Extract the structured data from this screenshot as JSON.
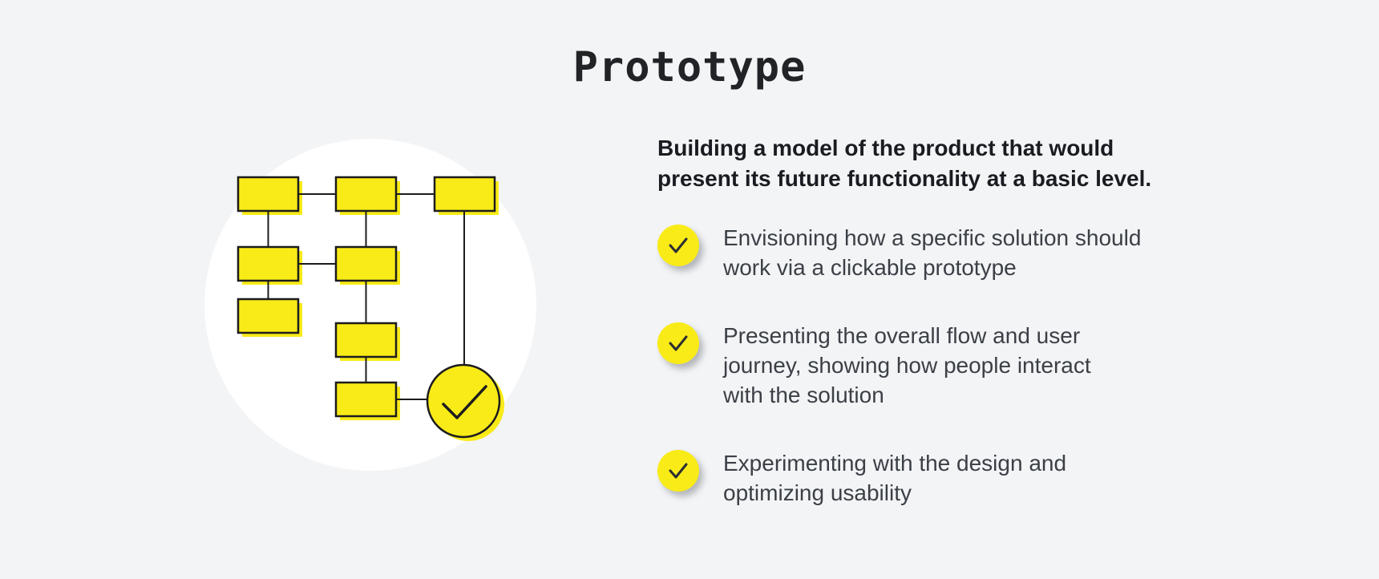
{
  "title": "Prototype",
  "intro": {
    "text": "Building a model of the product that would present its future functionality at a basic level.",
    "lines": [
      "Building a model of the product that would",
      "present its future functionality at a basic level."
    ]
  },
  "bullets": [
    {
      "icon": "check-icon",
      "text": "Envisioning how a specific solution should work via a clickable prototype",
      "lines": [
        "Envisioning how a specific solution should",
        "work via a clickable prototype"
      ]
    },
    {
      "icon": "check-icon",
      "text": "Presenting the overall flow and user journey, showing how people interact with the solution",
      "lines": [
        "Presenting the overall flow and user",
        "journey, showing how people interact",
        "with the solution"
      ]
    },
    {
      "icon": "check-icon",
      "text": "Experimenting with the design and optimizing usability",
      "lines": [
        "Experimenting with the design and",
        "optimizing usability"
      ]
    }
  ],
  "illustration": {
    "icon": "flowchart-check-illustration",
    "nodes": 8,
    "end_node": "check-circle"
  },
  "colors": {
    "background": "#f3f4f6",
    "illustration_backdrop": "#ffffff",
    "accent_yellow": "#f9eb17",
    "outline_black": "#1c1c1e",
    "title_text": "#212327",
    "heading_text": "#191c20",
    "body_text": "#3b4046"
  }
}
